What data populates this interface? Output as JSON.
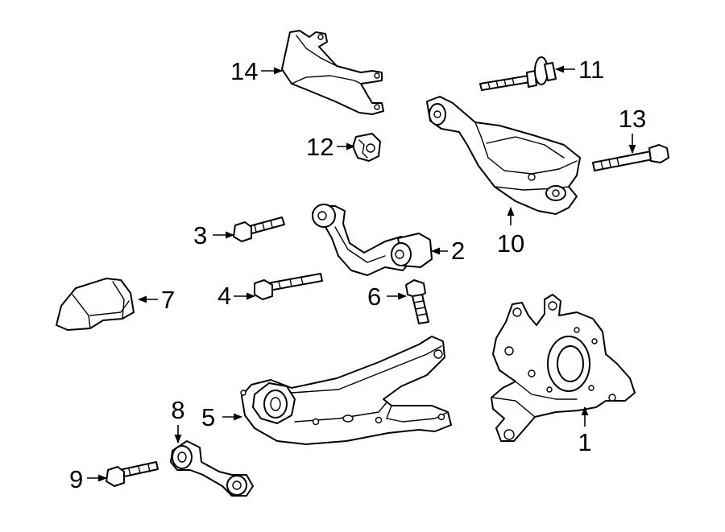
{
  "callouts": [
    {
      "id": "1",
      "text": "1"
    },
    {
      "id": "2",
      "text": "2"
    },
    {
      "id": "3",
      "text": "3"
    },
    {
      "id": "4",
      "text": "4"
    },
    {
      "id": "5",
      "text": "5"
    },
    {
      "id": "6",
      "text": "6"
    },
    {
      "id": "7",
      "text": "7"
    },
    {
      "id": "8",
      "text": "8"
    },
    {
      "id": "9",
      "text": "9"
    },
    {
      "id": "10",
      "text": "10"
    },
    {
      "id": "11",
      "text": "11"
    },
    {
      "id": "12",
      "text": "12"
    },
    {
      "id": "13",
      "text": "13"
    },
    {
      "id": "14",
      "text": "14"
    }
  ],
  "colors": {
    "line": "#000000",
    "background": "#ffffff"
  }
}
